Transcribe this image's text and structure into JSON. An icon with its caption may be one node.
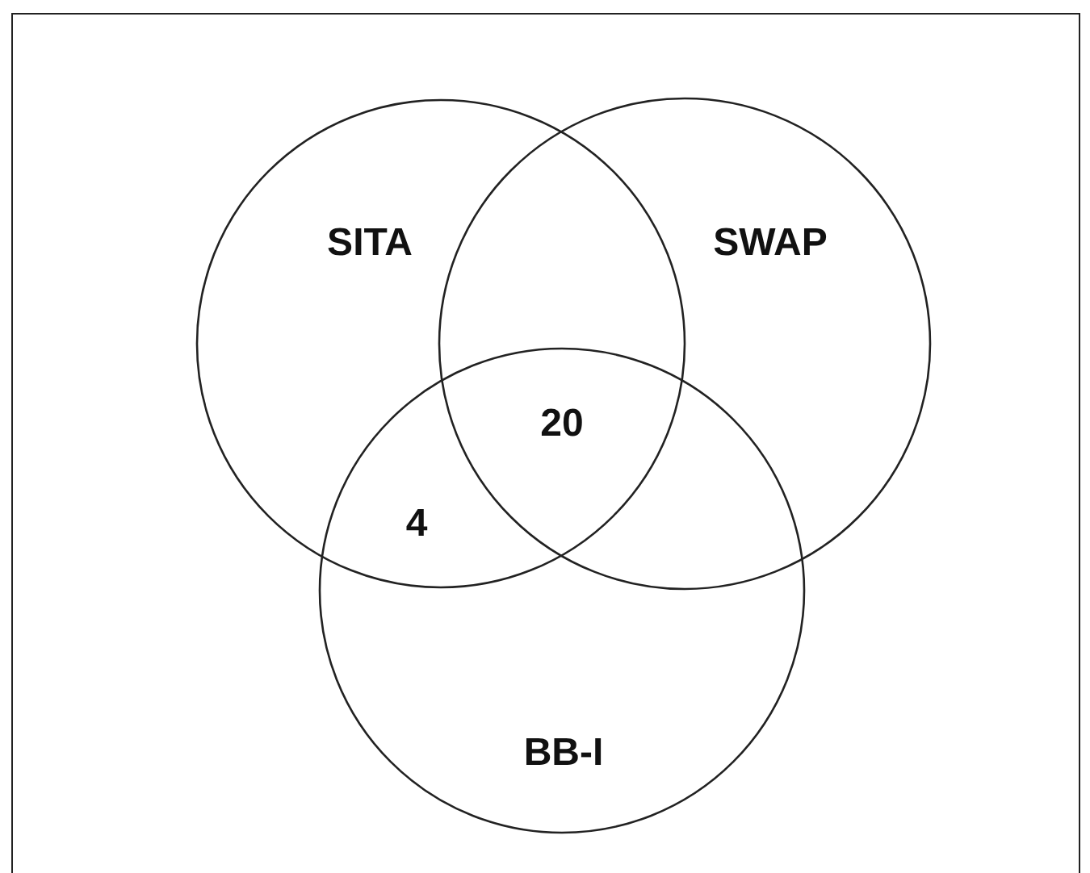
{
  "diagram": {
    "nodes": [
      {
        "text": [
          "SITA"
        ]
      },
      {
        "text": [
          "SWAP"
        ]
      },
      {
        "text": [
          "BB-I"
        ]
      }
    ],
    "labels": [
      "20",
      "4"
    ]
  }
}
